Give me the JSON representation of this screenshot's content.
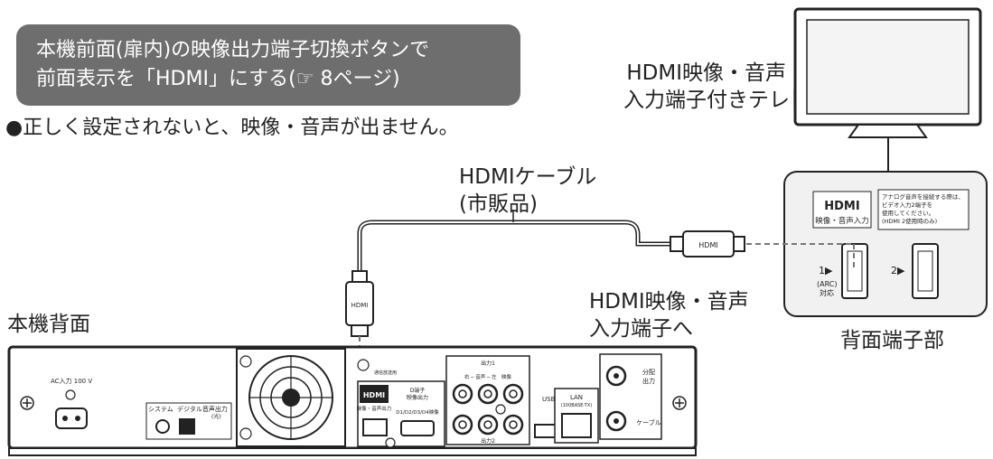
{
  "instruction": {
    "line1": "本機前面(扉内)の映像出力端子切換ボタンで",
    "line2": "前面表示を「HDMI」にする(☞ 8ページ)"
  },
  "note": "●正しく設定されないと、映像・音声が出ません。",
  "tv": {
    "label_line1": "HDMI映像・音声",
    "label_line2": "入力端子付きテレビ"
  },
  "cable": {
    "label_line1": "HDMIケーブル",
    "label_line2": "(市販品)"
  },
  "tv_input": {
    "label_line1": "HDMI映像・音声",
    "label_line2": "入力端子へ"
  },
  "recorder_back": {
    "label": "本機背面"
  },
  "tv_panel": {
    "label": "背面端子部",
    "logo": "HDMI",
    "port_caption": "映像・音声入力",
    "notice_line1": "アナログ音声を接続する際は、",
    "notice_line2": "ビデオ入力2端子を",
    "notice_line3": "使用してください。",
    "notice_line4": "(HDMI 2使用時のみ)",
    "port1": "1▶",
    "port1_sub1": "(ARC)",
    "port1_sub2": "対応",
    "port2": "2▶"
  },
  "recorder": {
    "ac_label": "AC入力 100 V",
    "system_label": "システム",
    "digital_audio_label": "デジタル音声出力",
    "digital_audio_sub": "(光)",
    "hdmi_logo": "HDMI",
    "hdmi_caption": "映像・音声出力",
    "d_terminal_line1": "D端子",
    "d_terminal_line2": "映像出力",
    "d_terminal_line3": "D1/D2/D3/D4映像",
    "output1": "出力1",
    "output2": "出力2",
    "av_header": "右 ─ 音声 ─ 左　映像",
    "usb": "USB",
    "lan": "LAN",
    "lan_sub": "(100BASE-TX)",
    "distribution_line1": "分配",
    "distribution_line2": "出力",
    "cable_in": "ケーブル",
    "cert_label": "通信放送用"
  },
  "colors": {
    "box": "#6e6e6e",
    "line": "#222222",
    "panel": "#f1f1f1"
  }
}
